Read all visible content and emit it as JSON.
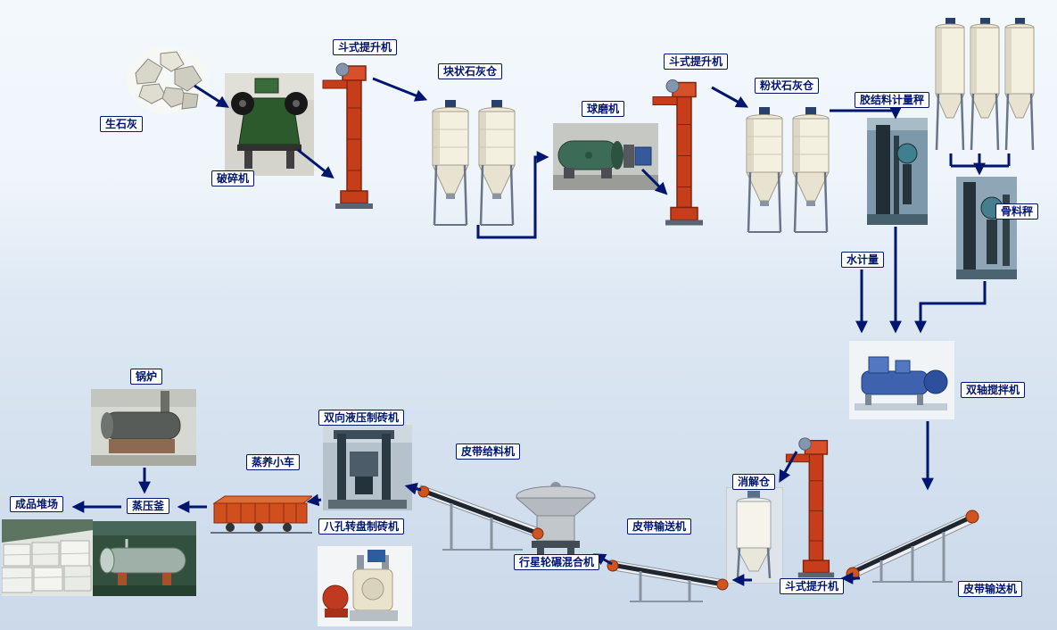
{
  "labels": {
    "quicklime": "生石灰",
    "crusher": "破碎机",
    "bucket_elevator_1": "斗式提升机",
    "lump_lime_silo": "块状石灰仓",
    "ball_mill": "球磨机",
    "bucket_elevator_2": "斗式提升机",
    "powder_lime_silo": "粉状石灰仓",
    "binder_metering_scale": "胶结料计量秤",
    "aggregate_scale": "骨料秤",
    "water_metering": "水计量",
    "twin_shaft_mixer": "双轴搅拌机",
    "belt_conveyor_right": "皮带输送机",
    "bucket_elevator_3": "斗式提升机",
    "digestion_silo": "消解仓",
    "belt_conveyor_mid": "皮带输送机",
    "planetary_mill_mixer": "行星轮碾混合机",
    "belt_feeder": "皮带给料机",
    "hydraulic_brick_machine": "双向液压制砖机",
    "rotary_disc_brick_machine": "八孔转盘制砖机",
    "steam_curing_trolley": "蒸养小车",
    "autoclave": "蒸压釜",
    "boiler": "锅炉",
    "finished_product_yard": "成品堆场"
  },
  "colors": {
    "arrow": "#00156e",
    "label_border": "#00156e",
    "label_text": "#00156e",
    "label_background": "#ffffff",
    "elevator_red": "#c63d1a",
    "silo_body": "#f4f0e0",
    "background_top": "#f3f8fc",
    "background_bottom": "#cbd9ea"
  }
}
